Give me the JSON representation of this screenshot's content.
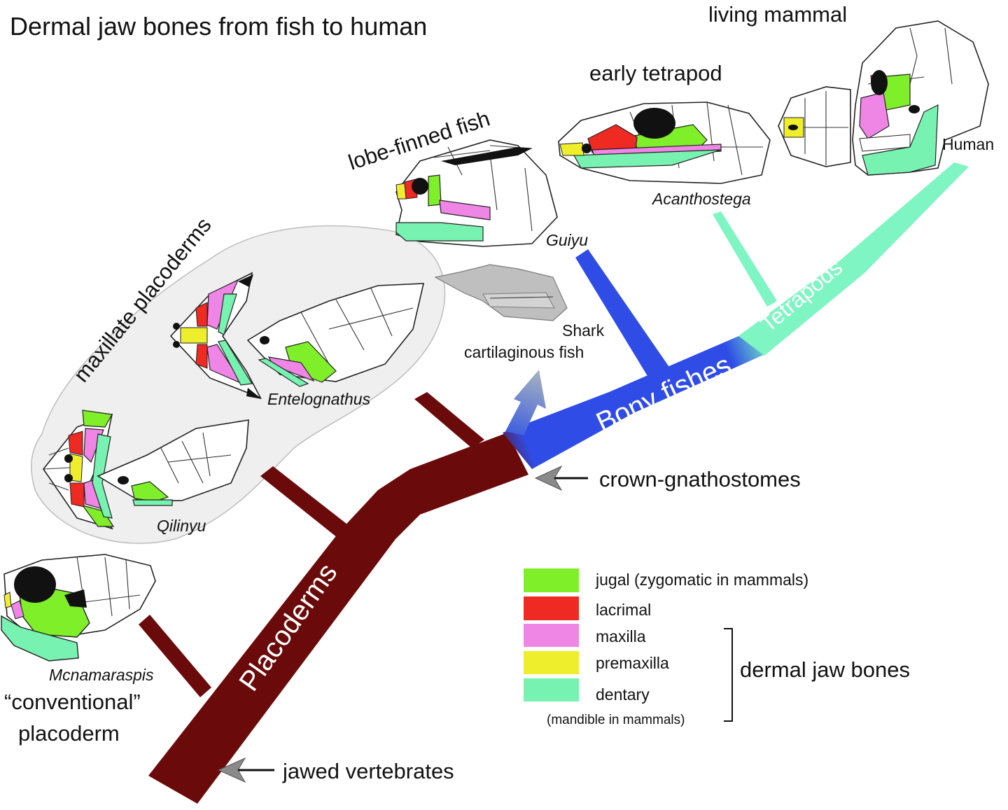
{
  "title": "Dermal jaw bones from fish to human",
  "colors": {
    "jugal": "#7fef2a",
    "lacrimal": "#ef2a22",
    "maxilla": "#ef86e6",
    "premaxilla": "#eeee2c",
    "dentary": "#77f2b0",
    "placoderm_branch": "#6a0a0a",
    "bony_fish_branch": "#2f4de6",
    "tetrapod_branch": "#7ef5c2",
    "shark_arrow": "#9aaab8",
    "orbit": "#111111",
    "maxillate_bg": "#efefef",
    "shark_fill": "#bfbfbf"
  },
  "groups": {
    "maxillate_placoderms": "maxillate placoderms",
    "lobe_finned_fish": "lobe-finned fish",
    "early_tetrapod": "early tetrapod",
    "living_mammal": "living mammal",
    "conventional_placoderm_line1": "“conventional”",
    "conventional_placoderm_line2": "placoderm",
    "shark_line1": "Shark",
    "shark_line2": "cartilaginous fish"
  },
  "taxa": {
    "entelognathus": "Entelognathus",
    "qilinyu": "Qilinyu",
    "mcnamaraspis": "Mcnamaraspis",
    "guiyu": "Guiyu",
    "acanthostega": "Acanthostega",
    "human": "Human"
  },
  "branches": {
    "placoderms": "Placoderms",
    "bony_fishes": "Bony fishes",
    "tetrapods": "Tetrapods"
  },
  "nodes": {
    "crown_gnathostomes": "crown-gnathostomes",
    "jawed_vertebrates": "jawed vertebrates"
  },
  "legend": {
    "items": [
      {
        "key": "jugal",
        "label": "jugal (zygomatic in mammals)"
      },
      {
        "key": "lacrimal",
        "label": "lacrimal"
      },
      {
        "key": "maxilla",
        "label": "maxilla"
      },
      {
        "key": "premaxilla",
        "label": "premaxilla"
      },
      {
        "key": "dentary",
        "label": "dentary"
      }
    ],
    "dentary_note": "(mandible in mammals)",
    "bracket_label": "dermal jaw bones"
  }
}
